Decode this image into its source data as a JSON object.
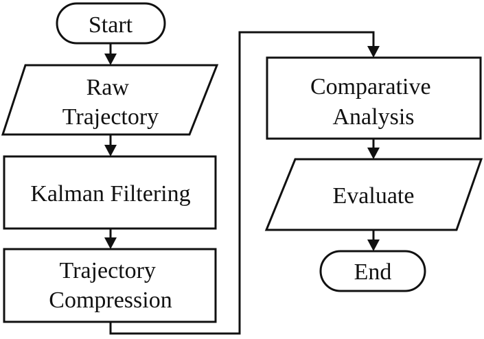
{
  "nodes": {
    "start": {
      "label": "Start",
      "shape": "terminator"
    },
    "raw_trajectory": {
      "lines": [
        "Raw",
        "Trajectory"
      ],
      "shape": "data"
    },
    "kalman_filtering": {
      "label": "Kalman Filtering",
      "shape": "process"
    },
    "trajectory_compression": {
      "lines": [
        "Trajectory",
        "Compression"
      ],
      "shape": "process"
    },
    "comparative_analysis": {
      "lines": [
        "Comparative",
        "Analysis"
      ],
      "shape": "process"
    },
    "evaluate": {
      "label": "Evaluate",
      "shape": "data"
    },
    "end": {
      "label": "End",
      "shape": "terminator"
    }
  },
  "edges": [
    {
      "from": "start",
      "to": "raw_trajectory"
    },
    {
      "from": "raw_trajectory",
      "to": "kalman_filtering"
    },
    {
      "from": "kalman_filtering",
      "to": "trajectory_compression"
    },
    {
      "from": "trajectory_compression",
      "to": "comparative_analysis"
    },
    {
      "from": "comparative_analysis",
      "to": "evaluate"
    },
    {
      "from": "evaluate",
      "to": "end"
    }
  ]
}
